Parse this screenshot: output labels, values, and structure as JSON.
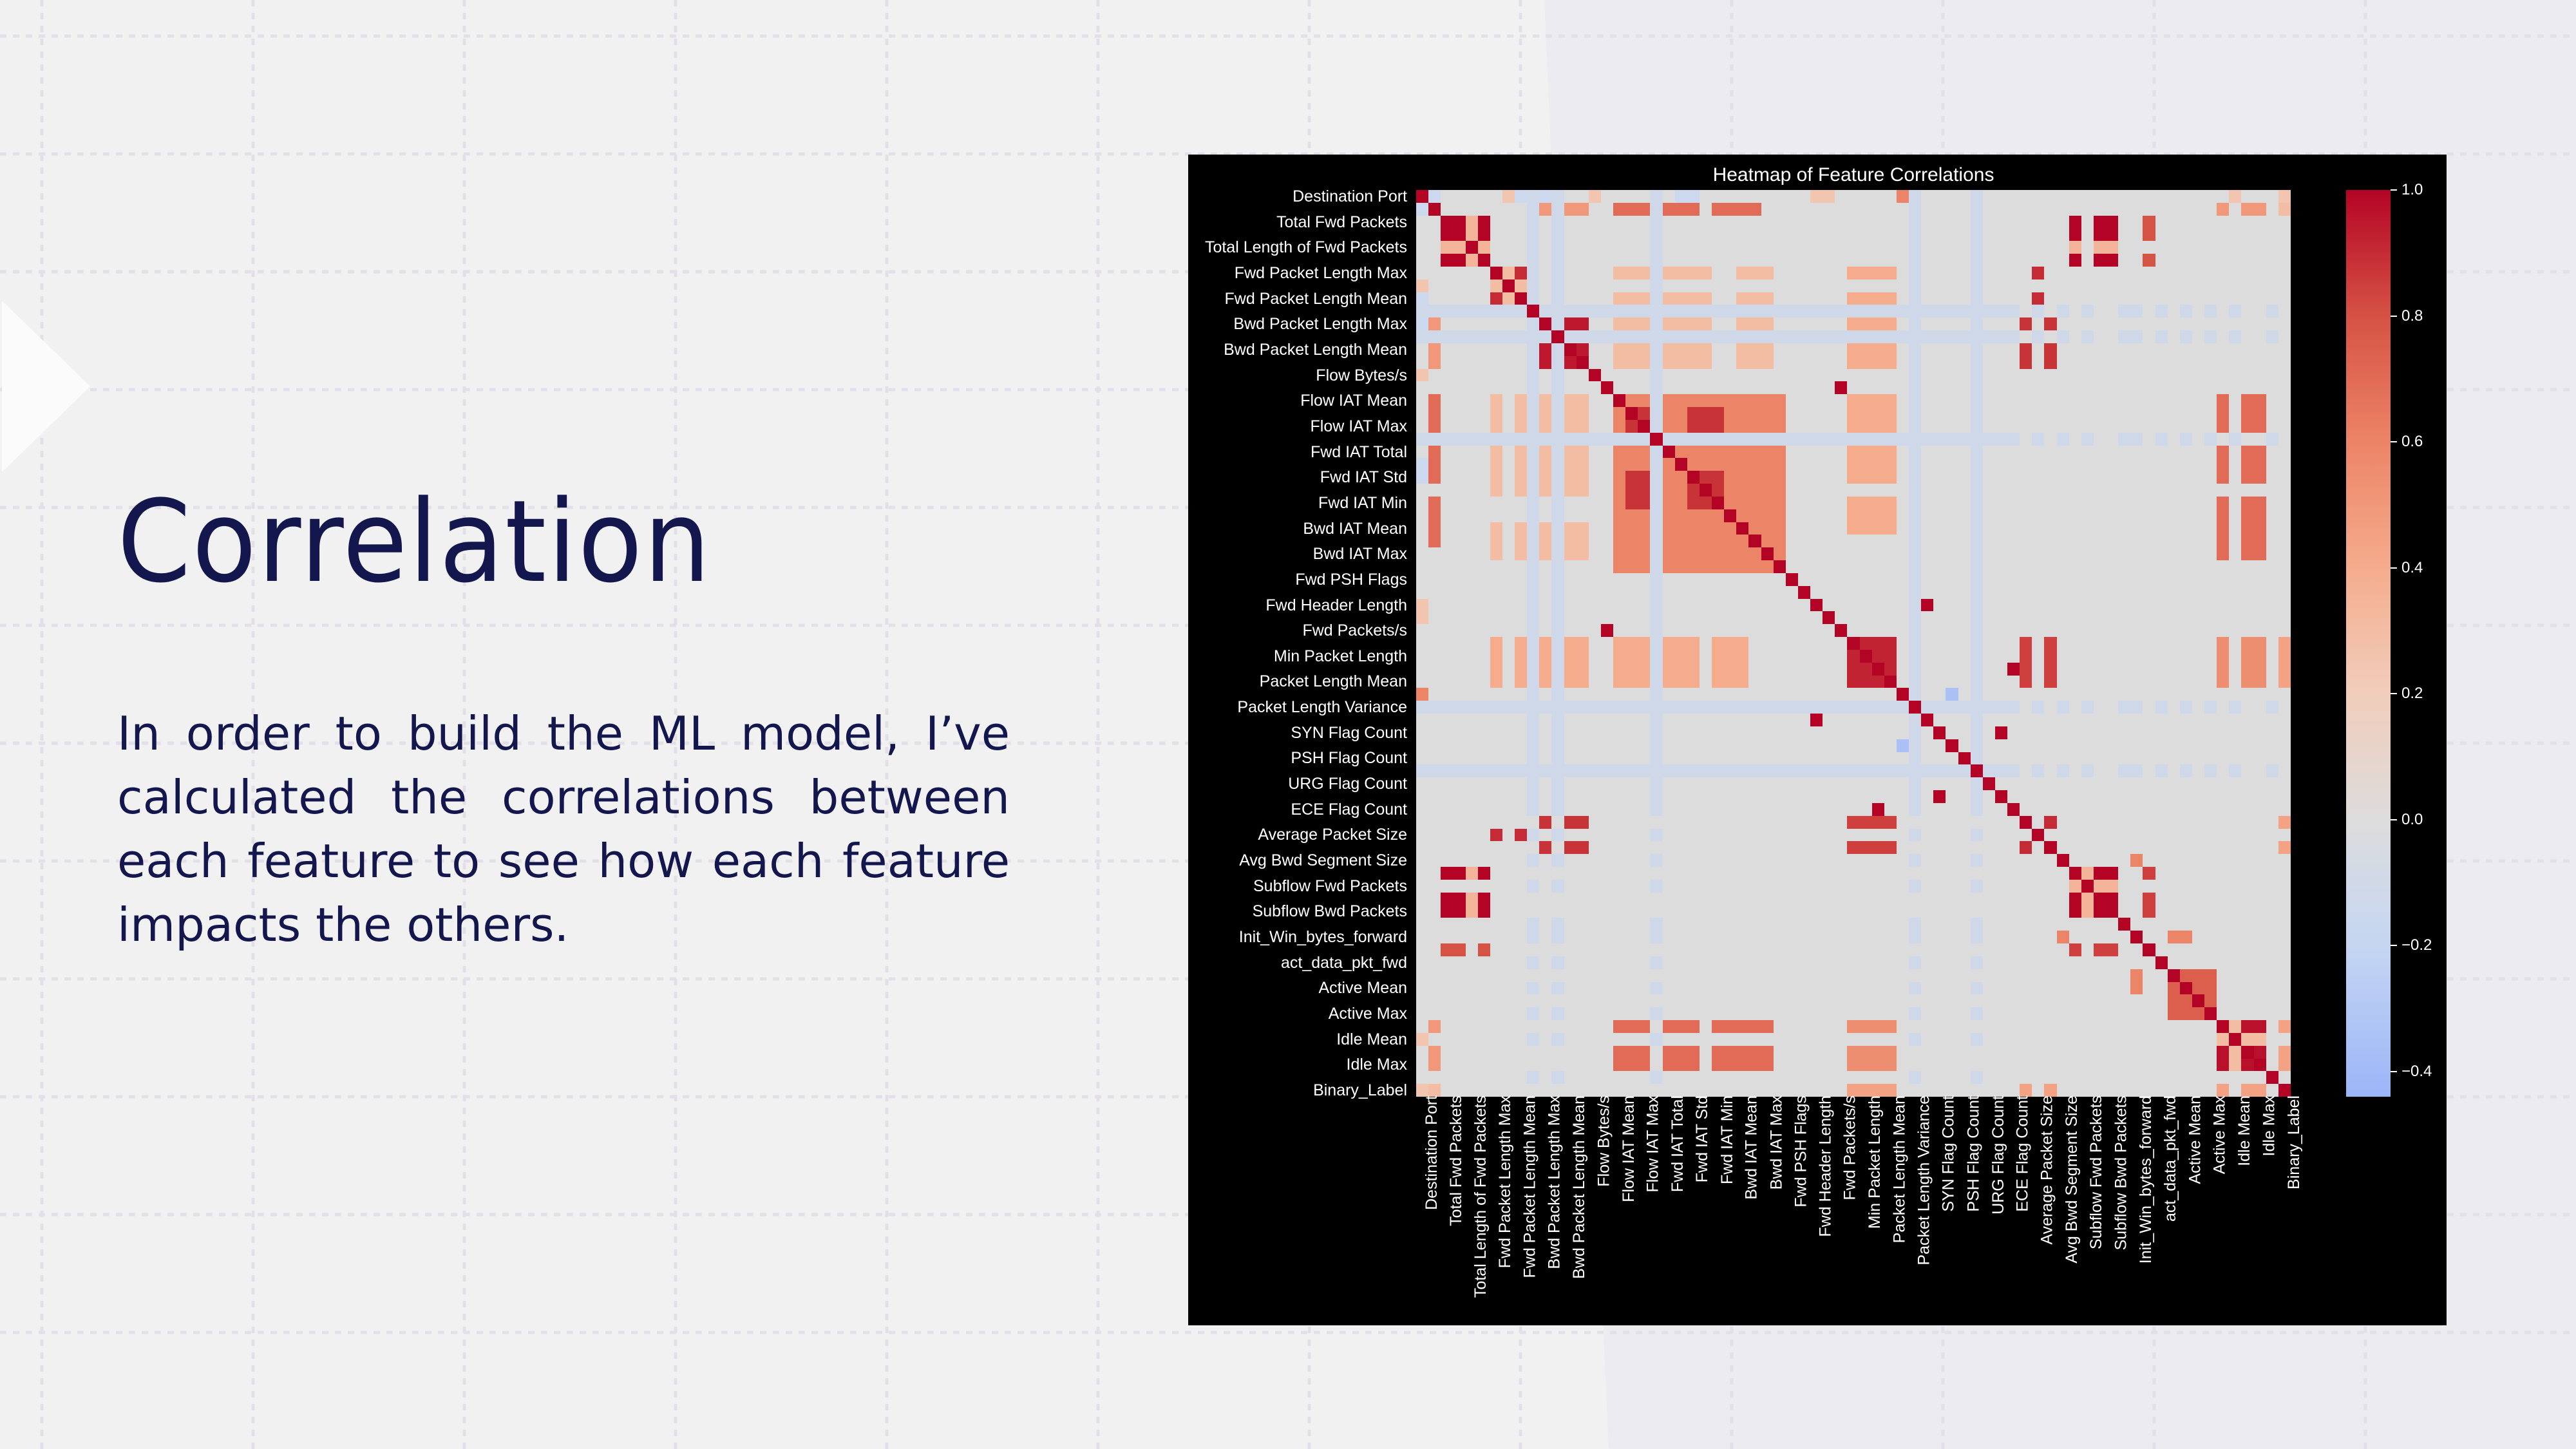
{
  "slide": {
    "title": "Correlation",
    "body": "In order to build the ML model, I’ve calculated the correlations between each feature to see how each feature impacts the others.",
    "colors": {
      "text": "#14174d",
      "background": "#f1f1f2",
      "panel": "#ebebf0",
      "grid": "#e2dfe8",
      "arrow": "#fbfbfc"
    }
  },
  "chart_data": {
    "type": "heatmap",
    "title": "Heatmap of Feature Correlations",
    "xlabel": "",
    "ylabel": "",
    "n_features": 71,
    "label_every": 2,
    "tick_labels": [
      "Destination Port",
      "Total Fwd Packets",
      "Total Length of Fwd Packets",
      "Fwd Packet Length Max",
      "Fwd Packet Length Mean",
      "Bwd Packet Length Max",
      "Bwd Packet Length Mean",
      "Flow Bytes/s",
      "Flow IAT Mean",
      "Flow IAT Max",
      "Fwd IAT Total",
      "Fwd IAT Std",
      "Fwd IAT Min",
      "Bwd IAT Mean",
      "Bwd IAT Max",
      "Fwd PSH Flags",
      "Fwd Header Length",
      "Fwd Packets/s",
      "Min Packet Length",
      "Packet Length Mean",
      "Packet Length Variance",
      "SYN Flag Count",
      "PSH Flag Count",
      "URG Flag Count",
      "ECE Flag Count",
      "Average Packet Size",
      "Avg Bwd Segment Size",
      "Subflow Fwd Packets",
      "Subflow Bwd Packets",
      "Init_Win_bytes_forward",
      "act_data_pkt_fwd",
      "Active Mean",
      "Active Max",
      "Idle Mean",
      "Idle Max",
      "Binary_Label"
    ],
    "colorbar": {
      "min": -0.44,
      "max": 1.0,
      "ticks": [
        1.0,
        0.8,
        0.6,
        0.4,
        0.2,
        0.0,
        -0.2,
        -0.4
      ],
      "tick_labels": [
        "1.0",
        "0.8",
        "0.6",
        "0.4",
        "0.2",
        "0.0",
        "−0.2",
        "−0.4"
      ],
      "colormap": "coolwarm",
      "stops": [
        [
          -0.44,
          "#9bb5f8"
        ],
        [
          -0.2,
          "#c5d6f2"
        ],
        [
          0.0,
          "#dddcdc"
        ],
        [
          0.2,
          "#f1cdbb"
        ],
        [
          0.4,
          "#f5ac8d"
        ],
        [
          0.6,
          "#ec8467"
        ],
        [
          0.8,
          "#d65244"
        ],
        [
          1.0,
          "#b40426"
        ]
      ]
    },
    "diagonal": 1.0,
    "baseline": 0.0,
    "blocks": [
      {
        "rows": [
          2,
          3,
          5
        ],
        "cols": [
          2,
          3,
          5
        ],
        "v": 1.0
      },
      {
        "rows": [
          4
        ],
        "cols": [
          2,
          3,
          5
        ],
        "v": 0.35
      },
      {
        "rows": [
          6,
          8,
          9
        ],
        "cols": [
          6,
          8,
          9
        ],
        "v": 0.9
      },
      {
        "rows": [
          7
        ],
        "cols": [
          6,
          8
        ],
        "v": 0.3
      },
      {
        "rows": [
          10,
          12,
          13
        ],
        "cols": [
          10,
          12,
          13
        ],
        "v": 0.95
      },
      {
        "rows": [
          11
        ],
        "cols": [
          10,
          12,
          13
        ],
        "v": -0.15
      },
      {
        "rows": [
          16,
          17,
          18,
          19,
          20,
          21,
          22,
          23,
          24,
          25,
          26,
          27,
          28,
          29
        ],
        "cols": [
          16,
          17,
          18,
          19,
          20,
          21,
          22,
          23,
          24,
          25,
          26,
          27,
          28,
          29
        ],
        "v": 0.6
      },
      {
        "rows": [
          17,
          18,
          22,
          23,
          24
        ],
        "cols": [
          17,
          18,
          22,
          23,
          24
        ],
        "v": 0.88
      },
      {
        "rows": [
          1
        ],
        "cols": [
          16,
          17,
          18,
          20,
          21,
          22,
          24,
          25,
          26,
          27
        ],
        "v": 0.7
      },
      {
        "rows": [
          1
        ],
        "cols": [
          10,
          12,
          13,
          65,
          67,
          68
        ],
        "v": 0.5
      },
      {
        "rows": [
          6,
          8,
          9,
          10,
          12,
          13
        ],
        "cols": [
          16,
          17,
          18,
          20,
          21,
          22,
          23,
          26,
          27,
          28
        ],
        "v": 0.3
      },
      {
        "rows": [
          10,
          12,
          13
        ],
        "cols": [
          35,
          36,
          37,
          38,
          49,
          51
        ],
        "v": 0.88
      },
      {
        "rows": [
          6,
          8,
          9
        ],
        "cols": [
          50
        ],
        "v": 0.9
      },
      {
        "rows": [
          6,
          8,
          9,
          10,
          12,
          13
        ],
        "cols": [
          35,
          36,
          37,
          38
        ],
        "v": 0.4
      },
      {
        "rows": [
          35,
          36,
          37,
          38
        ],
        "cols": [
          35,
          36,
          37,
          38
        ],
        "v": 0.92
      },
      {
        "rows": [
          35,
          36,
          37,
          38
        ],
        "cols": [
          49,
          51
        ],
        "v": 0.85
      },
      {
        "rows": [
          49,
          51
        ],
        "cols": [
          49,
          51
        ],
        "v": 0.9
      },
      {
        "rows": [
          53,
          55,
          56
        ],
        "cols": [
          53,
          55,
          56
        ],
        "v": 1.0
      },
      {
        "rows": [
          54
        ],
        "cols": [
          53,
          55,
          56
        ],
        "v": 0.35
      },
      {
        "rows": [
          53,
          55,
          56
        ],
        "cols": [
          59
        ],
        "v": 0.85
      },
      {
        "rows": [
          2,
          3,
          5
        ],
        "cols": [
          53,
          55,
          56
        ],
        "v": 1.0
      },
      {
        "rows": [
          4
        ],
        "cols": [
          53,
          55,
          56
        ],
        "v": 0.35
      },
      {
        "rows": [
          2,
          5
        ],
        "cols": [
          59
        ],
        "v": 0.85
      },
      {
        "rows": [
          2,
          3,
          5
        ],
        "cols": [
          59
        ],
        "v": 0.8
      },
      {
        "rows": [
          61,
          62,
          63,
          64
        ],
        "cols": [
          61,
          62,
          63,
          64
        ],
        "v": 0.75
      },
      {
        "rows": [
          65,
          67,
          68
        ],
        "cols": [
          65,
          67,
          68
        ],
        "v": 0.97
      },
      {
        "rows": [
          66
        ],
        "cols": [
          65,
          67,
          68
        ],
        "v": 0.3
      },
      {
        "rows": [
          16,
          17,
          18,
          20,
          21,
          22,
          24,
          25,
          26,
          27,
          28
        ],
        "cols": [
          65,
          67,
          68
        ],
        "v": 0.7
      },
      {
        "rows": [
          35,
          36,
          37,
          38
        ],
        "cols": [
          65,
          67,
          68
        ],
        "v": 0.55
      },
      {
        "rows": [
          35,
          36,
          37,
          38
        ],
        "cols": [
          16,
          17,
          18,
          20,
          21,
          22,
          24,
          25,
          26
        ],
        "v": 0.4
      },
      {
        "rows": [
          34
        ],
        "cols": [
          15
        ],
        "v": 1.0
      },
      {
        "rows": [
          41
        ],
        "cols": [
          32
        ],
        "v": 1.0
      },
      {
        "rows": [
          42
        ],
        "cols": [
          47
        ],
        "v": 1.0
      },
      {
        "rows": [
          48
        ],
        "cols": [
          37
        ],
        "v": 1.0
      },
      {
        "rows": [
          44
        ],
        "cols": [
          45
        ],
        "v": 0.6
      },
      {
        "rows": [
          43
        ],
        "cols": [
          39
        ],
        "v": -0.35
      },
      {
        "rows": [
          58
        ],
        "cols": [
          52
        ],
        "v": 0.6
      },
      {
        "rows": [
          61,
          62
        ],
        "cols": [
          58
        ],
        "v": 0.6
      },
      {
        "rows": [
          0
        ],
        "cols": [
          1,
          8,
          9,
          10,
          11,
          21,
          22
        ],
        "v": -0.15
      },
      {
        "rows": [
          0
        ],
        "cols": [
          39,
          40
        ],
        "v": 0.6
      },
      {
        "rows": [
          0
        ],
        "cols": [
          7,
          14,
          32,
          33,
          66,
          70
        ],
        "v": 0.25
      },
      {
        "rows": [
          70
        ],
        "cols": [
          1,
          35,
          36,
          37,
          38,
          49,
          51,
          65,
          67,
          68
        ],
        "v": 0.45
      },
      {
        "rows": [
          1
        ],
        "cols": [
          70
        ],
        "v": 0.3
      },
      {
        "rows": [
          9,
          11,
          19,
          40,
          45
        ],
        "cols": [
          0,
          1,
          2,
          3,
          4,
          5,
          6,
          7,
          8,
          9,
          10,
          11,
          12,
          13,
          14,
          15,
          16,
          17,
          18,
          19,
          20,
          21,
          22,
          23,
          24,
          25,
          26,
          27,
          28,
          29,
          30,
          31,
          32,
          33,
          34,
          35,
          36,
          37,
          38,
          39,
          40,
          41,
          42,
          43,
          44,
          45,
          46,
          47,
          48,
          50,
          52,
          54,
          57,
          58,
          60,
          62,
          64,
          66,
          69
        ],
        "v": -0.12
      }
    ]
  }
}
